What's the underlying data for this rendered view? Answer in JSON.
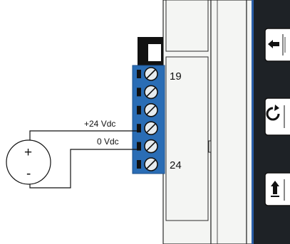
{
  "colors": {
    "terminal_blue": "#2a6db5",
    "terminal_blue_dark": "#1c4f8a",
    "screw_fill": "#e7ecef",
    "housing_fill": "#f4f5f3",
    "housing_stroke": "#2b2b2b",
    "panel_black": "#1e2226",
    "panel_blue_strip": "#2b5fa8",
    "button_fill": "#ffffff",
    "wire": "#111111"
  },
  "terminal_block": {
    "first_pin_label": "19",
    "last_pin_label": "24",
    "screw_count": 6
  },
  "wires": {
    "positive_label": "+24 Vdc",
    "negative_label": "0 Vdc"
  },
  "power_source": {
    "plus_sign": "+",
    "minus_sign": "-"
  },
  "panel_buttons": [
    {
      "icon": "arrow-left-icon"
    },
    {
      "icon": "rotate-icon"
    },
    {
      "icon": "arrow-up-icon"
    }
  ]
}
